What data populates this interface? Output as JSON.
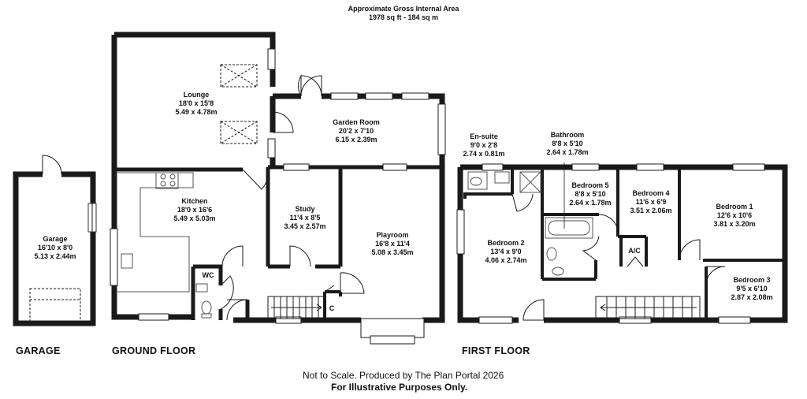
{
  "header": {
    "area_title": "Approximate Gross Internal Area",
    "area_value": "1978 sq ft - 184 sq m"
  },
  "rooms": {
    "garage": {
      "name": "Garage",
      "imperial": "16'10 x 8'0",
      "metric": "5.13 x 2.44m"
    },
    "lounge": {
      "name": "Lounge",
      "imperial": "18'0 x 15'8",
      "metric": "5.49 x 4.78m"
    },
    "garden_room": {
      "name": "Garden Room",
      "imperial": "20'2 x 7'10",
      "metric": "6.15 x 2.39m"
    },
    "kitchen": {
      "name": "Kitchen",
      "imperial": "18'0 x 16'6",
      "metric": "5.49 x 5.03m"
    },
    "study": {
      "name": "Study",
      "imperial": "11'4 x 8'5",
      "metric": "3.45 x 2.57m"
    },
    "playroom": {
      "name": "Playroom",
      "imperial": "16'8 x 11'4",
      "metric": "5.08 x 3.45m"
    },
    "wc": {
      "name": "WC"
    },
    "cupboard": {
      "name": "C"
    },
    "ensuite": {
      "name": "En-suite",
      "imperial": "9'0 x 2'8",
      "metric": "2.74 x 0.81m"
    },
    "bathroom": {
      "name": "Bathroom",
      "imperial": "8'8 x 5'10",
      "metric": "2.64 x 1.78m"
    },
    "bedroom5": {
      "name": "Bedroom 5",
      "imperial": "8'8 x 5'10",
      "metric": "2.64 x 1.78m"
    },
    "bedroom4": {
      "name": "Bedroom 4",
      "imperial": "11'6 x 6'9",
      "metric": "3.51 x 2.06m"
    },
    "bedroom1": {
      "name": "Bedroom 1",
      "imperial": "12'6 x 10'6",
      "metric": "3.81 x 3.20m"
    },
    "bedroom2": {
      "name": "Bedroom 2",
      "imperial": "13'4 x 9'0",
      "metric": "4.06 x 2.74m"
    },
    "bedroom3": {
      "name": "Bedroom 3",
      "imperial": "9'5 x 6'10",
      "metric": "2.87 x 2.08m"
    },
    "airing": {
      "name": "A/C"
    }
  },
  "floors": {
    "garage": "GARAGE",
    "ground": "GROUND FLOOR",
    "first": "FIRST FLOOR"
  },
  "footer": {
    "line1": "Not to Scale. Produced by The Plan Portal 2026",
    "line2": "For Illustrative Purposes Only."
  },
  "colors": {
    "wall": "#1a1a1a",
    "fixture": "#555555",
    "background": "#ffffff"
  }
}
